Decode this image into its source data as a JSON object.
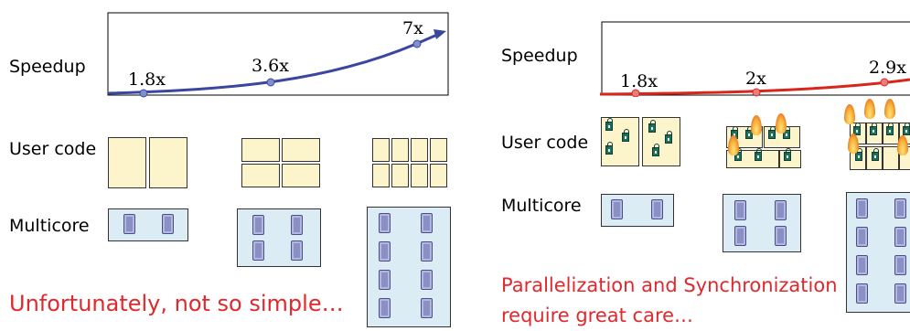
{
  "left": {
    "speedup_label": "Speedup",
    "user_code_label": "User code",
    "multicore_label": "Multicore",
    "caption": "Unfortunately, not so simple…",
    "chart": {
      "values": [
        "1.8x",
        "3.6x",
        "7x"
      ]
    }
  },
  "right": {
    "speedup_label": "Speedup",
    "user_code_label": "User code",
    "multicore_label": "Multicore",
    "caption_line1": "Parallelization and Synchronization",
    "caption_line2": "require great care…",
    "chart": {
      "values": [
        "1.8x",
        "2x",
        "2.9x"
      ]
    }
  },
  "colors": {
    "code_box": "#fcf5cc",
    "core_box": "#dbecf5",
    "curve_left": "#3b46a0",
    "curve_right": "#d9261c",
    "caption": "#e0282d",
    "flame": "#f39a1e"
  },
  "icons": [
    "chip-icon",
    "lock-icon",
    "flame-icon"
  ]
}
